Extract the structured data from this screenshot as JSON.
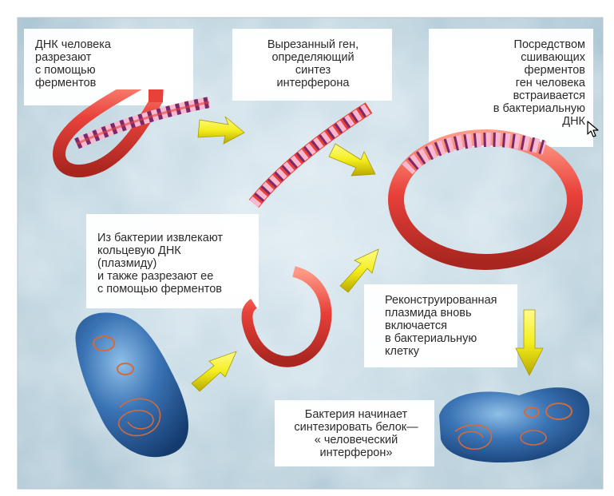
{
  "captions": {
    "step1": "ДНК человека\nразрезают\nс помощью\nферментов",
    "step2": "Вырезанный ген,\nопределяющий\nсинтез\nинтерферона",
    "step3": "Посредством\nсшивающих\nферментов\nген человека\nвстраивается\nв бактериальную\nДНК",
    "step4": "Из бактерии извлекают\nкольцевую ДНК\n(плазмиду)\nи также разрезают ее\nс помощью ферментов",
    "step5": "Реконструированная\nплазмида вновь\nвключается\nв бактериальную\nклетку",
    "step6": "Бактерия начинает\nсинтезировать белок—\n« человеческий\nинтерферон»"
  },
  "colors": {
    "dna_red": "#e8413a",
    "gene_stripe_pink": "#f7b8d0",
    "gene_stripe_purple": "#7a2a6a",
    "arrow_yellow": "#f4ee1e",
    "bacterium_blue": "#2f5f9c",
    "background_blue": "#bcd3de"
  },
  "icons": {
    "cursor": "mouse-pointer-icon"
  }
}
